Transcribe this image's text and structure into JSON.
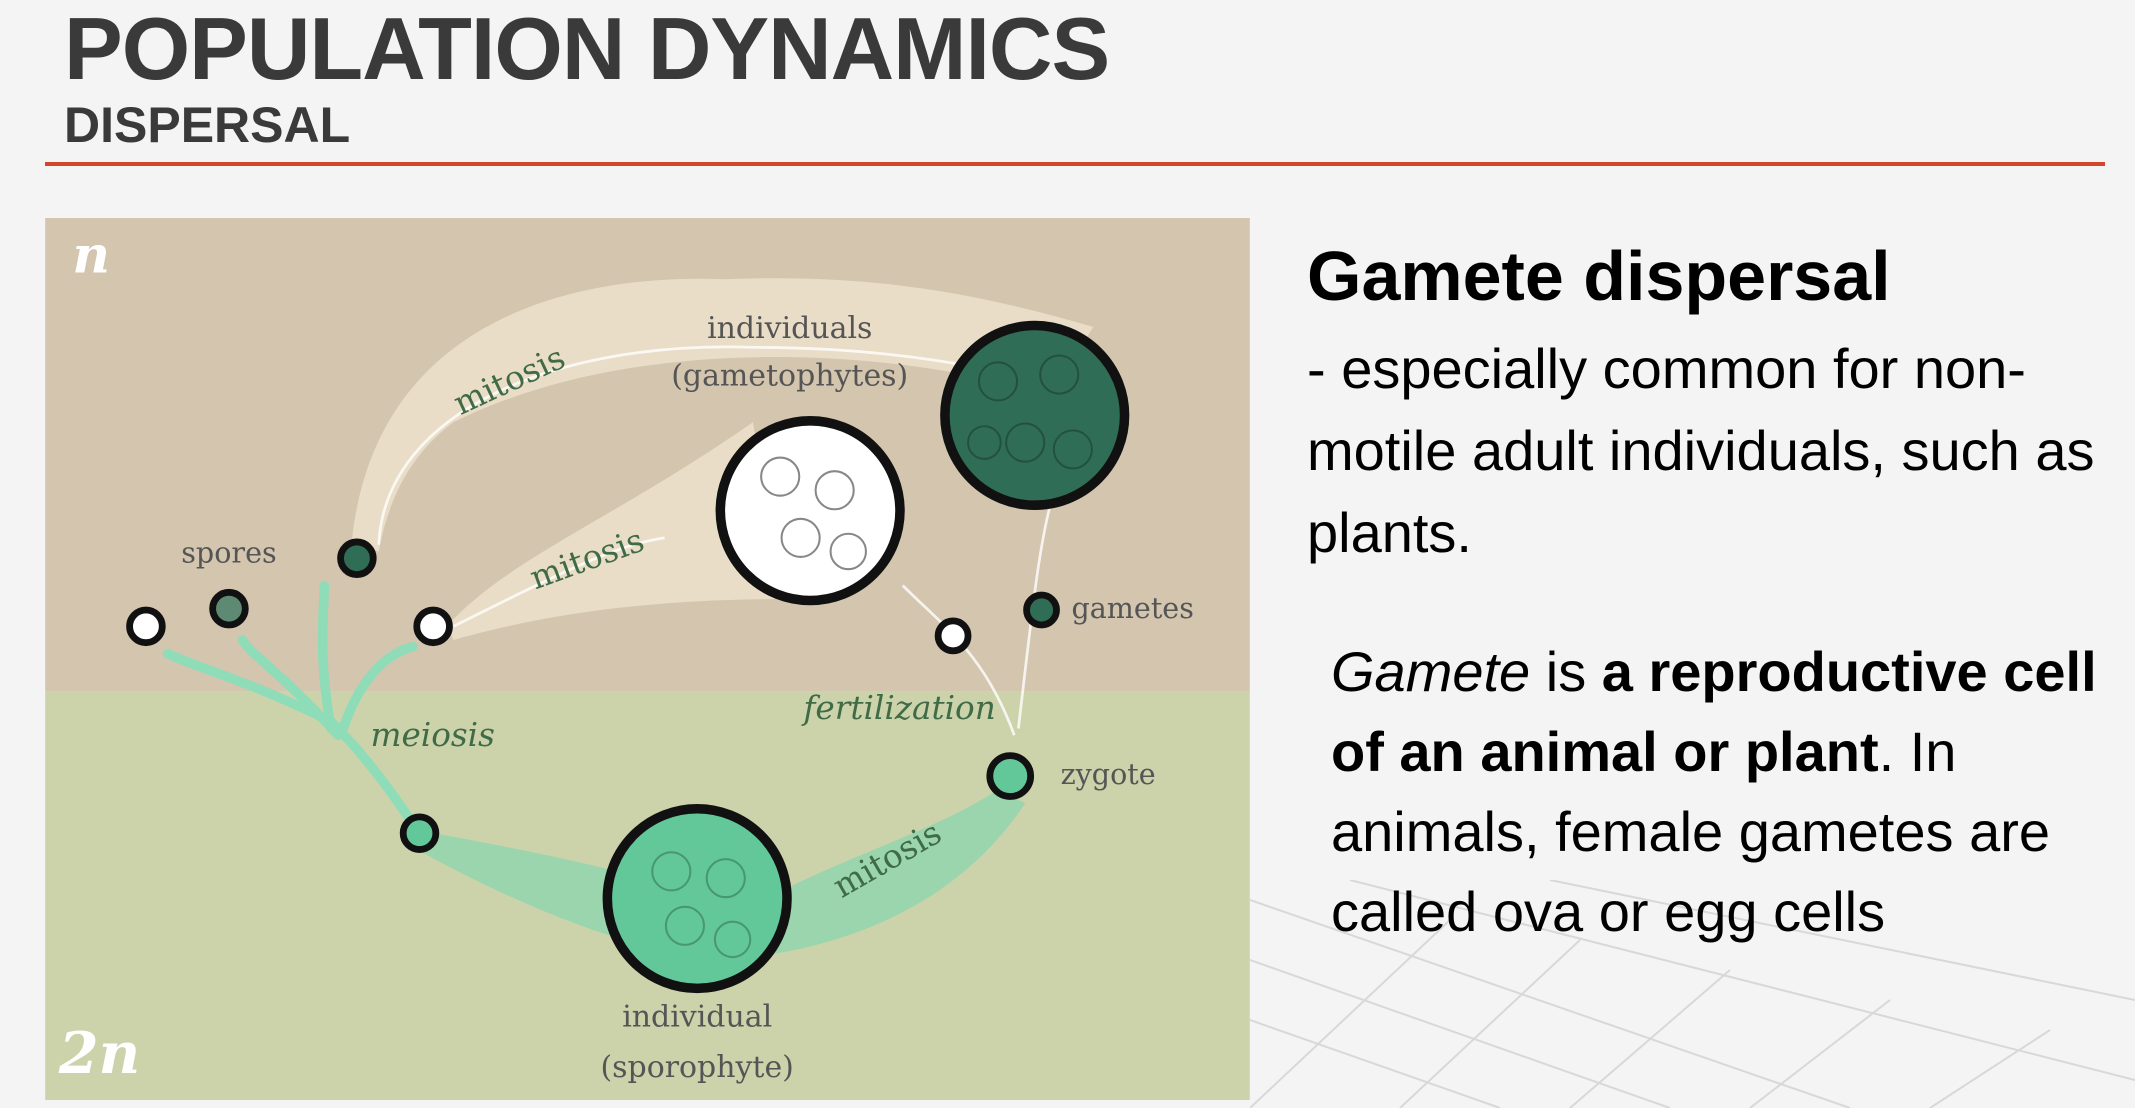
{
  "header": {
    "title": "POPULATION DYNAMICS",
    "subtitle": "DISPERSAL"
  },
  "diagram": {
    "ploidy_top": "n",
    "ploidy_bottom": "2n",
    "labels": {
      "individuals": "individuals",
      "gametophytes": "(gametophytes)",
      "mitosis_top": "mitosis",
      "mitosis_middle": "mitosis",
      "mitosis_bottom": "mitosis",
      "spores": "spores",
      "gametes": "gametes",
      "fertilization": "fertilization",
      "zygote": "zygote",
      "meiosis": "meiosis",
      "individual": "individual",
      "sporophyte": "(sporophyte)"
    },
    "colors": {
      "haploid_bg": "#d3c5ae",
      "diploid_bg": "#ccd3ab",
      "dark_green": "#2f6d56",
      "light_green": "#62c89a",
      "arrow": "#8edcb8"
    }
  },
  "content": {
    "heading": "Gamete dispersal",
    "para1": "- especially common for non-motile adult individuals, such as plants.",
    "para2": {
      "term": "Gamete",
      "mid": " is ",
      "bold": "a reproductive cell of an animal or plant",
      "rest": ". In animals, female gametes are called ova or egg cells"
    }
  }
}
